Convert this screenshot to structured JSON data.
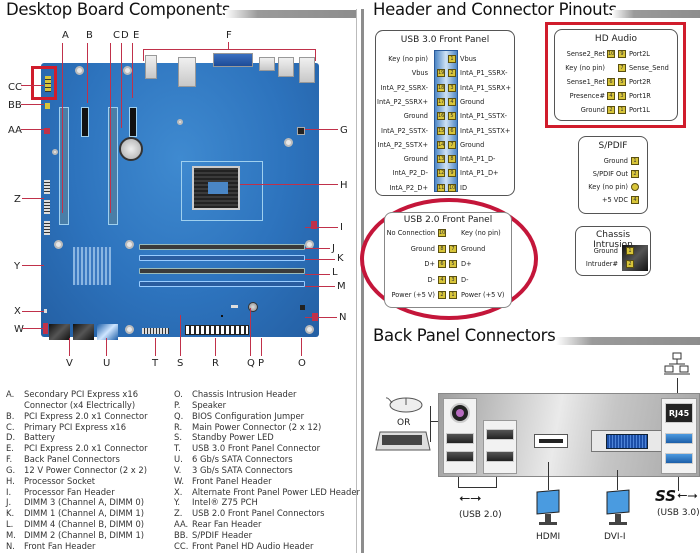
{
  "sections": {
    "board_title": "Desktop Board Components",
    "pinout_title": "Header and Connector Pinouts",
    "back_panel_title": "Back Panel Connectors"
  },
  "board_labels": {
    "top": [
      "A",
      "B",
      "C",
      "D",
      "E",
      "F"
    ],
    "left": [
      "CC",
      "BB",
      "AA",
      "Z",
      "Y",
      "X",
      "W"
    ],
    "right": [
      "G",
      "H",
      "I",
      "J",
      "K",
      "L",
      "M",
      "N"
    ],
    "bottom": [
      "V",
      "U",
      "T",
      "S",
      "R",
      "Q",
      "P",
      "O"
    ]
  },
  "legend": {
    "col1": [
      {
        "key": "A.",
        "text": "Secondary PCI Express x16"
      },
      {
        "key": "",
        "text": "Connector (x4 Electrically)"
      },
      {
        "key": "B.",
        "text": "PCI Express 2.0 x1 Connector"
      },
      {
        "key": "C.",
        "text": "Primary PCI Express x16"
      },
      {
        "key": "D.",
        "text": "Battery"
      },
      {
        "key": "E.",
        "text": "PCI Express 2.0 x1 Connector"
      },
      {
        "key": "F.",
        "text": "Back Panel Connectors"
      },
      {
        "key": "G.",
        "text": "12 V Power Connector (2 x 2)"
      },
      {
        "key": "H.",
        "text": "Processor Socket"
      },
      {
        "key": "I.",
        "text": "Processor Fan Header"
      },
      {
        "key": "J.",
        "text": "DIMM 3 (Channel A, DIMM 0)"
      },
      {
        "key": "K.",
        "text": "DIMM 1 (Channel A, DIMM 1)"
      },
      {
        "key": "L.",
        "text": "DIMM 4 (Channel B, DIMM 0)"
      },
      {
        "key": "M.",
        "text": "DIMM 2 (Channel B, DIMM 1)"
      },
      {
        "key": "N.",
        "text": "Front Fan Header"
      }
    ],
    "col2": [
      {
        "key": "O.",
        "text": "Chassis Intrusion Header"
      },
      {
        "key": "P.",
        "text": "Speaker"
      },
      {
        "key": "Q.",
        "text": "BIOS Configuration Jumper"
      },
      {
        "key": "R.",
        "text": "Main Power Connector (2 x 12)"
      },
      {
        "key": "S.",
        "text": "Standby Power LED"
      },
      {
        "key": "T.",
        "text": "USB 3.0 Front Panel Connector"
      },
      {
        "key": "U.",
        "text": "6 Gb/s SATA Connectors"
      },
      {
        "key": "V.",
        "text": "3 Gb/s SATA Connectors"
      },
      {
        "key": "W.",
        "text": "Front Panel Header"
      },
      {
        "key": "X.",
        "text": "Alternate Front Panel Power LED Header"
      },
      {
        "key": "Y.",
        "text": "Intel® Z75 PCH"
      },
      {
        "key": "Z.",
        "text": "USB 2.0 Front Panel Connectors"
      },
      {
        "key": "AA.",
        "text": "Rear Fan Header"
      },
      {
        "key": "BB.",
        "text": "S/PDIF Header"
      },
      {
        "key": "CC.",
        "text": "Front Panel HD Audio Header"
      }
    ]
  },
  "usb3": {
    "title": "USB 3.0 Front Panel",
    "rows": [
      {
        "left": "Key (no pin)",
        "lpin": "",
        "rpin": "1",
        "right": "Vbus"
      },
      {
        "left": "Vbus",
        "lpin": "19",
        "rpin": "2",
        "right": "IntA_P1_SSRX-"
      },
      {
        "left": "IntA_P2_SSRX-",
        "lpin": "18",
        "rpin": "3",
        "right": "IntA_P1_SSRX+"
      },
      {
        "left": "IntA_P2_SSRX+",
        "lpin": "17",
        "rpin": "4",
        "right": "Ground"
      },
      {
        "left": "Ground",
        "lpin": "16",
        "rpin": "5",
        "right": "IntA_P1_SSTX-"
      },
      {
        "left": "IntA_P2_SSTX-",
        "lpin": "15",
        "rpin": "6",
        "right": "IntA_P1_SSTX+"
      },
      {
        "left": "IntA_P2_SSTX+",
        "lpin": "14",
        "rpin": "7",
        "right": "Ground"
      },
      {
        "left": "Ground",
        "lpin": "13",
        "rpin": "8",
        "right": "IntA_P1_D-"
      },
      {
        "left": "IntA_P2_D-",
        "lpin": "12",
        "rpin": "9",
        "right": "IntA_P1_D+"
      },
      {
        "left": "IntA_P2_D+",
        "lpin": "11",
        "rpin": "10",
        "right": "ID"
      }
    ]
  },
  "hd_audio": {
    "title": "HD Audio",
    "rows": [
      {
        "left": "Sense2_Ret",
        "lpin": "10",
        "rpin": "9",
        "right": "Port2L"
      },
      {
        "left": "Key (no pin)",
        "lpin": "",
        "rpin": "7",
        "right": "Sense_Send"
      },
      {
        "left": "Sense1_Ret",
        "lpin": "6",
        "rpin": "5",
        "right": "Port2R"
      },
      {
        "left": "Presence#",
        "lpin": "4",
        "rpin": "3",
        "right": "Port1R"
      },
      {
        "left": "Ground",
        "lpin": "2",
        "rpin": "1",
        "right": "Port1L"
      }
    ]
  },
  "spdif": {
    "title": "S/PDIF",
    "rows": [
      {
        "label": "Ground",
        "pin": "1"
      },
      {
        "label": "S/PDIF Out",
        "pin": "2"
      },
      {
        "label": "Key (no pin)",
        "pin": ""
      },
      {
        "label": "+5 VDC",
        "pin": "4"
      }
    ]
  },
  "chassis": {
    "title": "Chassis Intrusion",
    "rows": [
      {
        "label": "Ground",
        "pin": "1"
      },
      {
        "label": "Intruder#",
        "pin": "2"
      }
    ]
  },
  "usb2": {
    "title": "USB 2.0 Front Panel",
    "rows": [
      {
        "left": "No Connection",
        "lpin": "10",
        "rpin": "",
        "right": "Key (no pin)"
      },
      {
        "left": "Ground",
        "lpin": "8",
        "rpin": "7",
        "right": "Ground"
      },
      {
        "left": "D+",
        "lpin": "6",
        "rpin": "5",
        "right": "D+"
      },
      {
        "left": "D-",
        "lpin": "4",
        "rpin": "3",
        "right": "D-"
      },
      {
        "left": "Power (+5 V)",
        "lpin": "2",
        "rpin": "1",
        "right": "Power (+5 V)"
      }
    ]
  },
  "back_panel": {
    "or_label": "OR",
    "usb2_label": "(USB 2.0)",
    "hdmi_label": "HDMI",
    "dvi_label": "DVI-I",
    "rj45_label": "RJ45",
    "ss_label": "SS",
    "usb3_label": "(USB 3.0)"
  },
  "colors": {
    "highlight_red": "#d01c2c",
    "board_blue": "#2d73bd",
    "pin_yellow": "#d8c53a"
  }
}
